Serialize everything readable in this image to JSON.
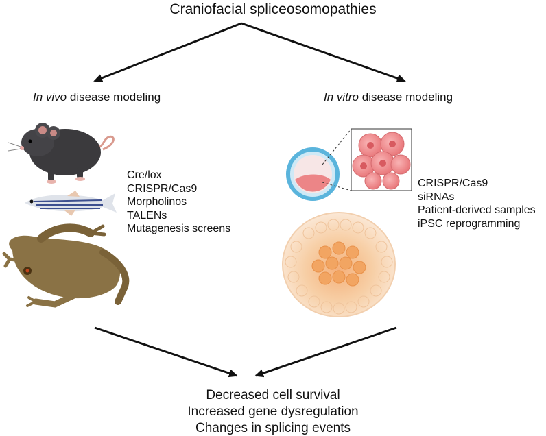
{
  "title": "Craniofacial spliceosomopathies",
  "invivo": {
    "heading_italic": "In vivo",
    "heading_rest": " disease modeling",
    "methods": [
      "Cre/lox",
      "CRISPR/Cas9",
      "Morpholinos",
      "TALENs",
      "Mutagenesis screens"
    ]
  },
  "invitro": {
    "heading_italic": "In vitro",
    "heading_rest": " disease modeling",
    "methods": [
      "CRISPR/Cas9",
      "siRNAs",
      "Patient-derived samples",
      "iPSC reprogramming"
    ]
  },
  "outcomes": [
    "Decreased cell survival",
    "Increased gene dysregulation",
    "Changes in splicing events"
  ],
  "colors": {
    "arrow": "#111111",
    "mouse": "#3b3a3d",
    "fish_stripe": "#3d4f8f",
    "frog": "#8a7245",
    "cell_pink": "#ec8587",
    "blastocyst_ring": "#5ab4dc",
    "colony_core": "#f2a562",
    "colony_edge": "#f8dcc4"
  },
  "icons": [
    "mouse-icon",
    "zebrafish-icon",
    "frog-icon",
    "blastocyst-icon",
    "cell-cluster-icon",
    "ipsc-colony-icon"
  ]
}
